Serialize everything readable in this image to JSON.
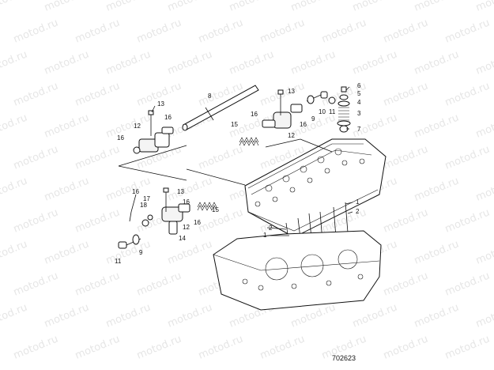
{
  "watermark": {
    "text": "motod.ru"
  },
  "figure_number": "702623",
  "callouts": [
    {
      "id": "c6",
      "label": "6"
    },
    {
      "id": "c5",
      "label": "5"
    },
    {
      "id": "c4",
      "label": "4"
    },
    {
      "id": "c3",
      "label": "3"
    },
    {
      "id": "c7",
      "label": "7"
    },
    {
      "id": "c8",
      "label": "8"
    },
    {
      "id": "c13a",
      "label": "13"
    },
    {
      "id": "c13b",
      "label": "13"
    },
    {
      "id": "c13c",
      "label": "13"
    },
    {
      "id": "c12a",
      "label": "12"
    },
    {
      "id": "c12b",
      "label": "12"
    },
    {
      "id": "c12c",
      "label": "12"
    },
    {
      "id": "c16a",
      "label": "16"
    },
    {
      "id": "c16b",
      "label": "16"
    },
    {
      "id": "c16c",
      "label": "16"
    },
    {
      "id": "c16d",
      "label": "16"
    },
    {
      "id": "c16e",
      "label": "16"
    },
    {
      "id": "c16f",
      "label": "16"
    },
    {
      "id": "c15a",
      "label": "15"
    },
    {
      "id": "c15b",
      "label": "15"
    },
    {
      "id": "c9a",
      "label": "9"
    },
    {
      "id": "c9b",
      "label": "9"
    },
    {
      "id": "c10",
      "label": "10"
    },
    {
      "id": "c11a",
      "label": "11"
    },
    {
      "id": "c11b",
      "label": "11"
    },
    {
      "id": "c1a",
      "label": "1"
    },
    {
      "id": "c1b",
      "label": "1"
    },
    {
      "id": "c2a",
      "label": "2"
    },
    {
      "id": "c2b",
      "label": "2"
    },
    {
      "id": "c17",
      "label": "17"
    },
    {
      "id": "c18",
      "label": "18"
    },
    {
      "id": "c14",
      "label": "14"
    }
  ]
}
